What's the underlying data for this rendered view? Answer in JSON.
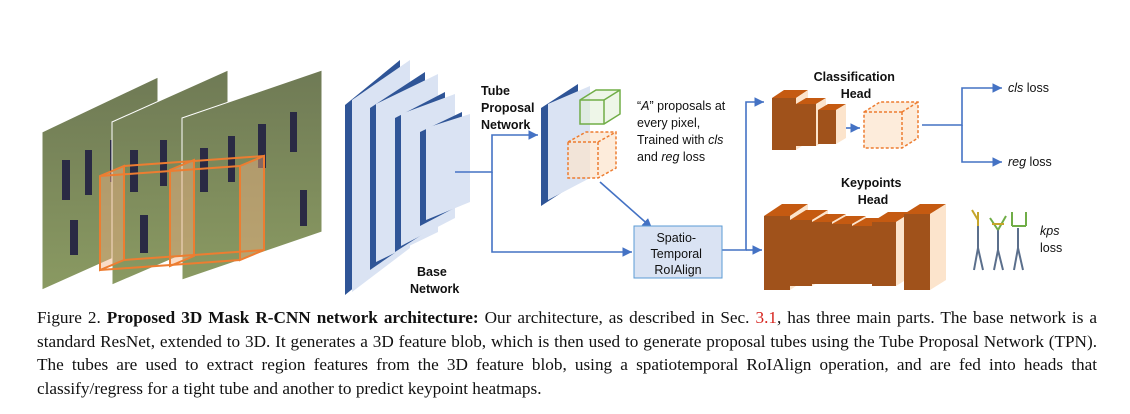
{
  "figure": {
    "tpn_label": [
      "Tube",
      "Proposal",
      "Network"
    ],
    "base_label": [
      "Base",
      "Network"
    ],
    "proposals_note": {
      "line1_quote": "A",
      "line1_rest": " proposals at",
      "line2": "every pixel,",
      "line3_pre": "Trained with ",
      "line3_em": "cls",
      "line4_pre": "and ",
      "line4_em": "reg",
      "line4_post": " loss"
    },
    "roialign_label": [
      "Spatio-",
      "Temporal",
      "RoIAlign"
    ],
    "cls_head_label": [
      "Classification",
      "Head"
    ],
    "kps_head_label": [
      "Keypoints",
      "Head"
    ],
    "cls_loss": {
      "em": "cls",
      "rest": " loss"
    },
    "reg_loss": {
      "em": "reg",
      "rest": " loss"
    },
    "kps_loss": {
      "em": "kps",
      "line2": "loss"
    },
    "colors": {
      "network_blue": "#2f5597",
      "light_blue": "#dae3f3",
      "arrow_blue": "#4472c4",
      "head_brown": "#a0521b",
      "head_cream": "#fce4cc",
      "proposal_green": "#70ad47",
      "tube_orange": "#ed7d31",
      "roi_box_fill": "#dae3f3",
      "roi_box_border": "#5b9bd5"
    }
  },
  "caption": {
    "label": "Figure 2.",
    "title": "Proposed 3D Mask R-CNN network architecture:",
    "text1": "Our architecture, as described in Sec.",
    "ref": "3.1",
    "text2": ", has three main parts. The base network is a standard ResNet, extended to 3D. It generates a 3D feature blob, which is then used to generate proposal tubes using the Tube Proposal Network (TPN). The tubes are used to extract region features from the 3D feature blob, using a spatiotemporal RoIAlign operation, and are fed into heads that classify/regress for a tight tube and another to predict keypoint heatmaps."
  }
}
